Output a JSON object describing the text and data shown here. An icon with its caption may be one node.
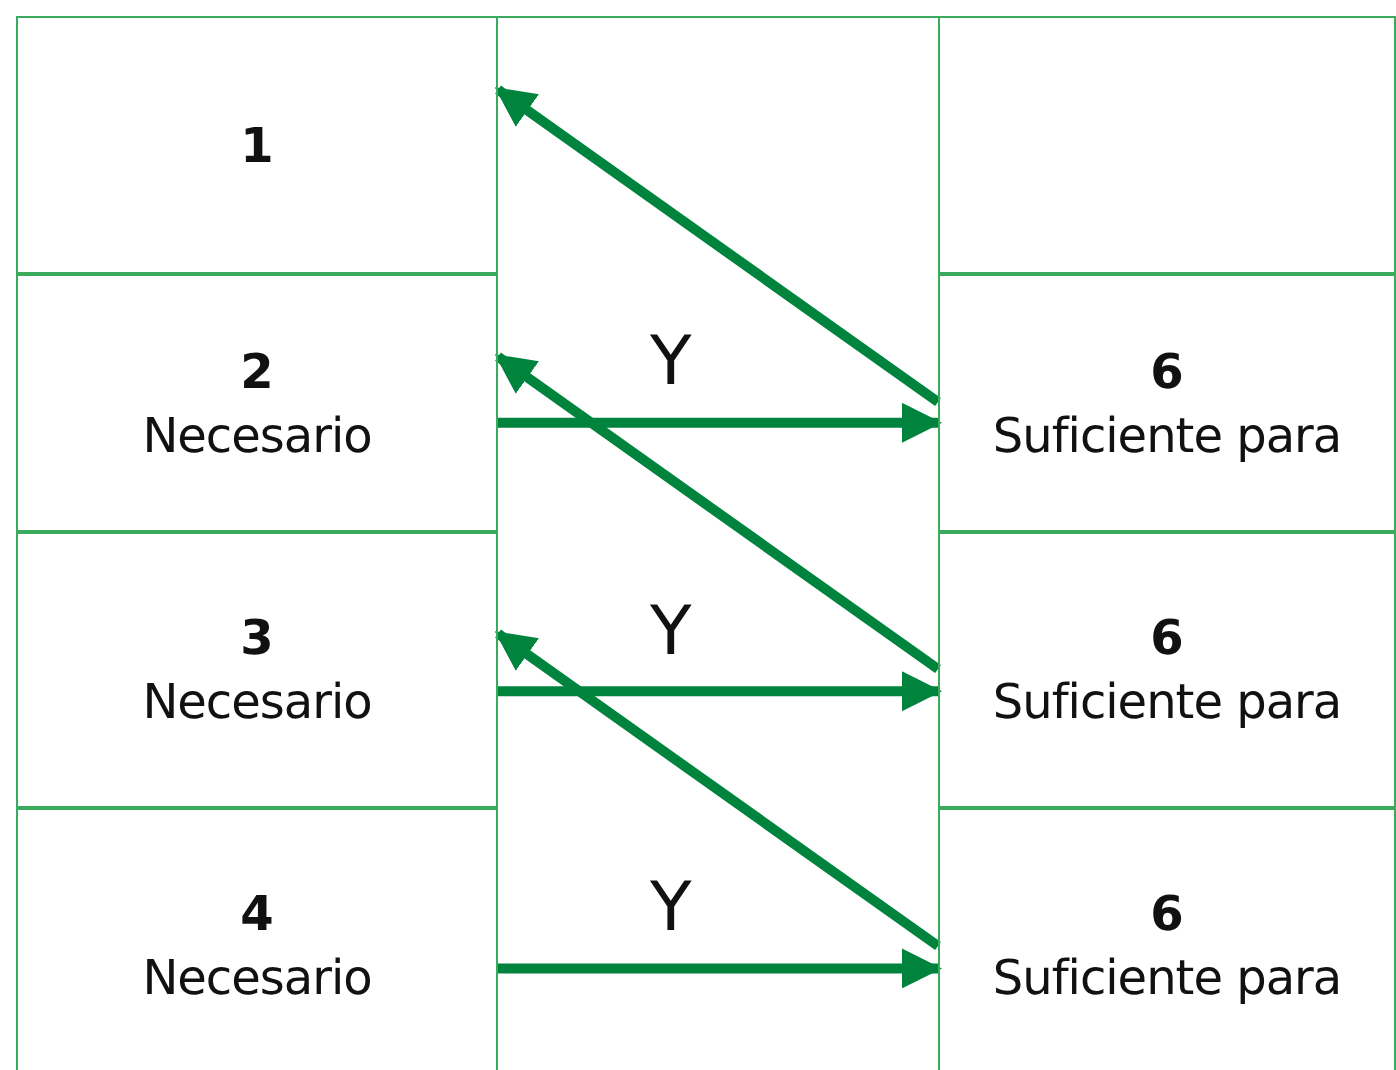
{
  "diagram": {
    "nodes": [
      {
        "text": [
          "1"
        ]
      },
      {
        "text": [],
        "shape": "box"
      },
      {
        "text": [
          "2",
          "Necesario"
        ]
      },
      {
        "text": [
          "6",
          "Suficiente para"
        ]
      },
      {
        "text": [
          "3",
          "Necesario"
        ]
      },
      {
        "text": [
          "6",
          "Suficiente para"
        ]
      },
      {
        "text": [
          "4",
          "Necesario"
        ]
      },
      {
        "text": [
          "6",
          "Suficiente para"
        ]
      }
    ],
    "edges": [
      {
        "from": 2,
        "to": 3,
        "arrow": "to",
        "label": "Y"
      },
      {
        "from": 3,
        "to": 0,
        "arrow": "to"
      },
      {
        "from": 4,
        "to": 5,
        "arrow": "to",
        "label": "Y"
      },
      {
        "from": 5,
        "to": 2,
        "arrow": "to"
      },
      {
        "from": 6,
        "to": 7,
        "arrow": "to",
        "label": "Y"
      },
      {
        "from": 7,
        "to": 4,
        "arrow": "to"
      }
    ]
  }
}
